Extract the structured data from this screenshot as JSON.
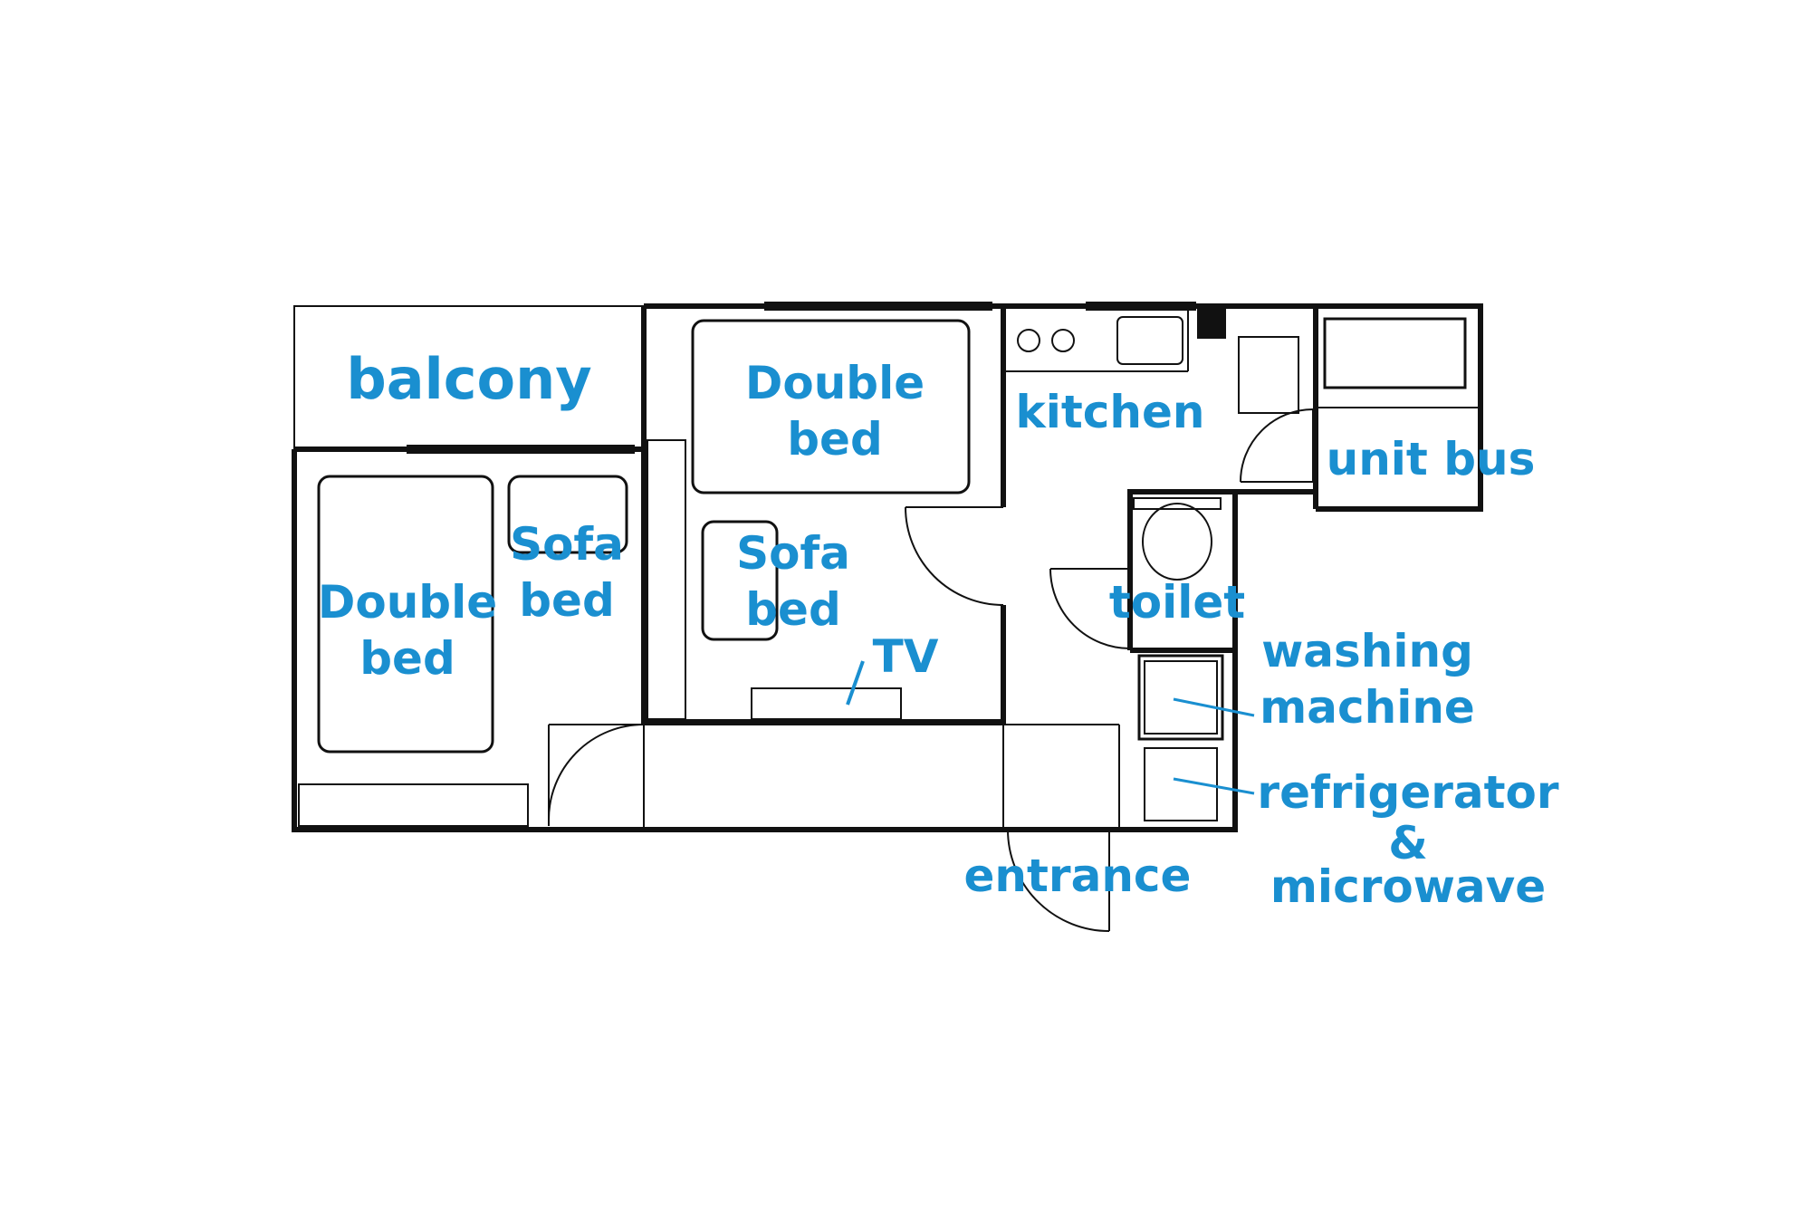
{
  "labels": {
    "balcony": "balcony",
    "double_bed_1_line1": "Double",
    "double_bed_1_line2": "bed",
    "sofa_bed_1_line1": "Sofa",
    "sofa_bed_1_line2": "bed",
    "double_bed_2_line1": "Double",
    "double_bed_2_line2": "bed",
    "sofa_bed_2_line1": "Sofa",
    "sofa_bed_2_line2": "bed",
    "tv": "TV",
    "kitchen": "kitchen",
    "unit_bus": "unit bus",
    "toilet": "toilet",
    "washing_machine_line1": "washing",
    "washing_machine_line2": "machine",
    "refrigerator_line1": "refrigerator",
    "refrigerator_line2": "&",
    "refrigerator_line3": "microwave",
    "entrance": "entrance"
  },
  "colors": {
    "label": "#1a8fd0",
    "wall": "#111111",
    "background": "#ffffff"
  }
}
